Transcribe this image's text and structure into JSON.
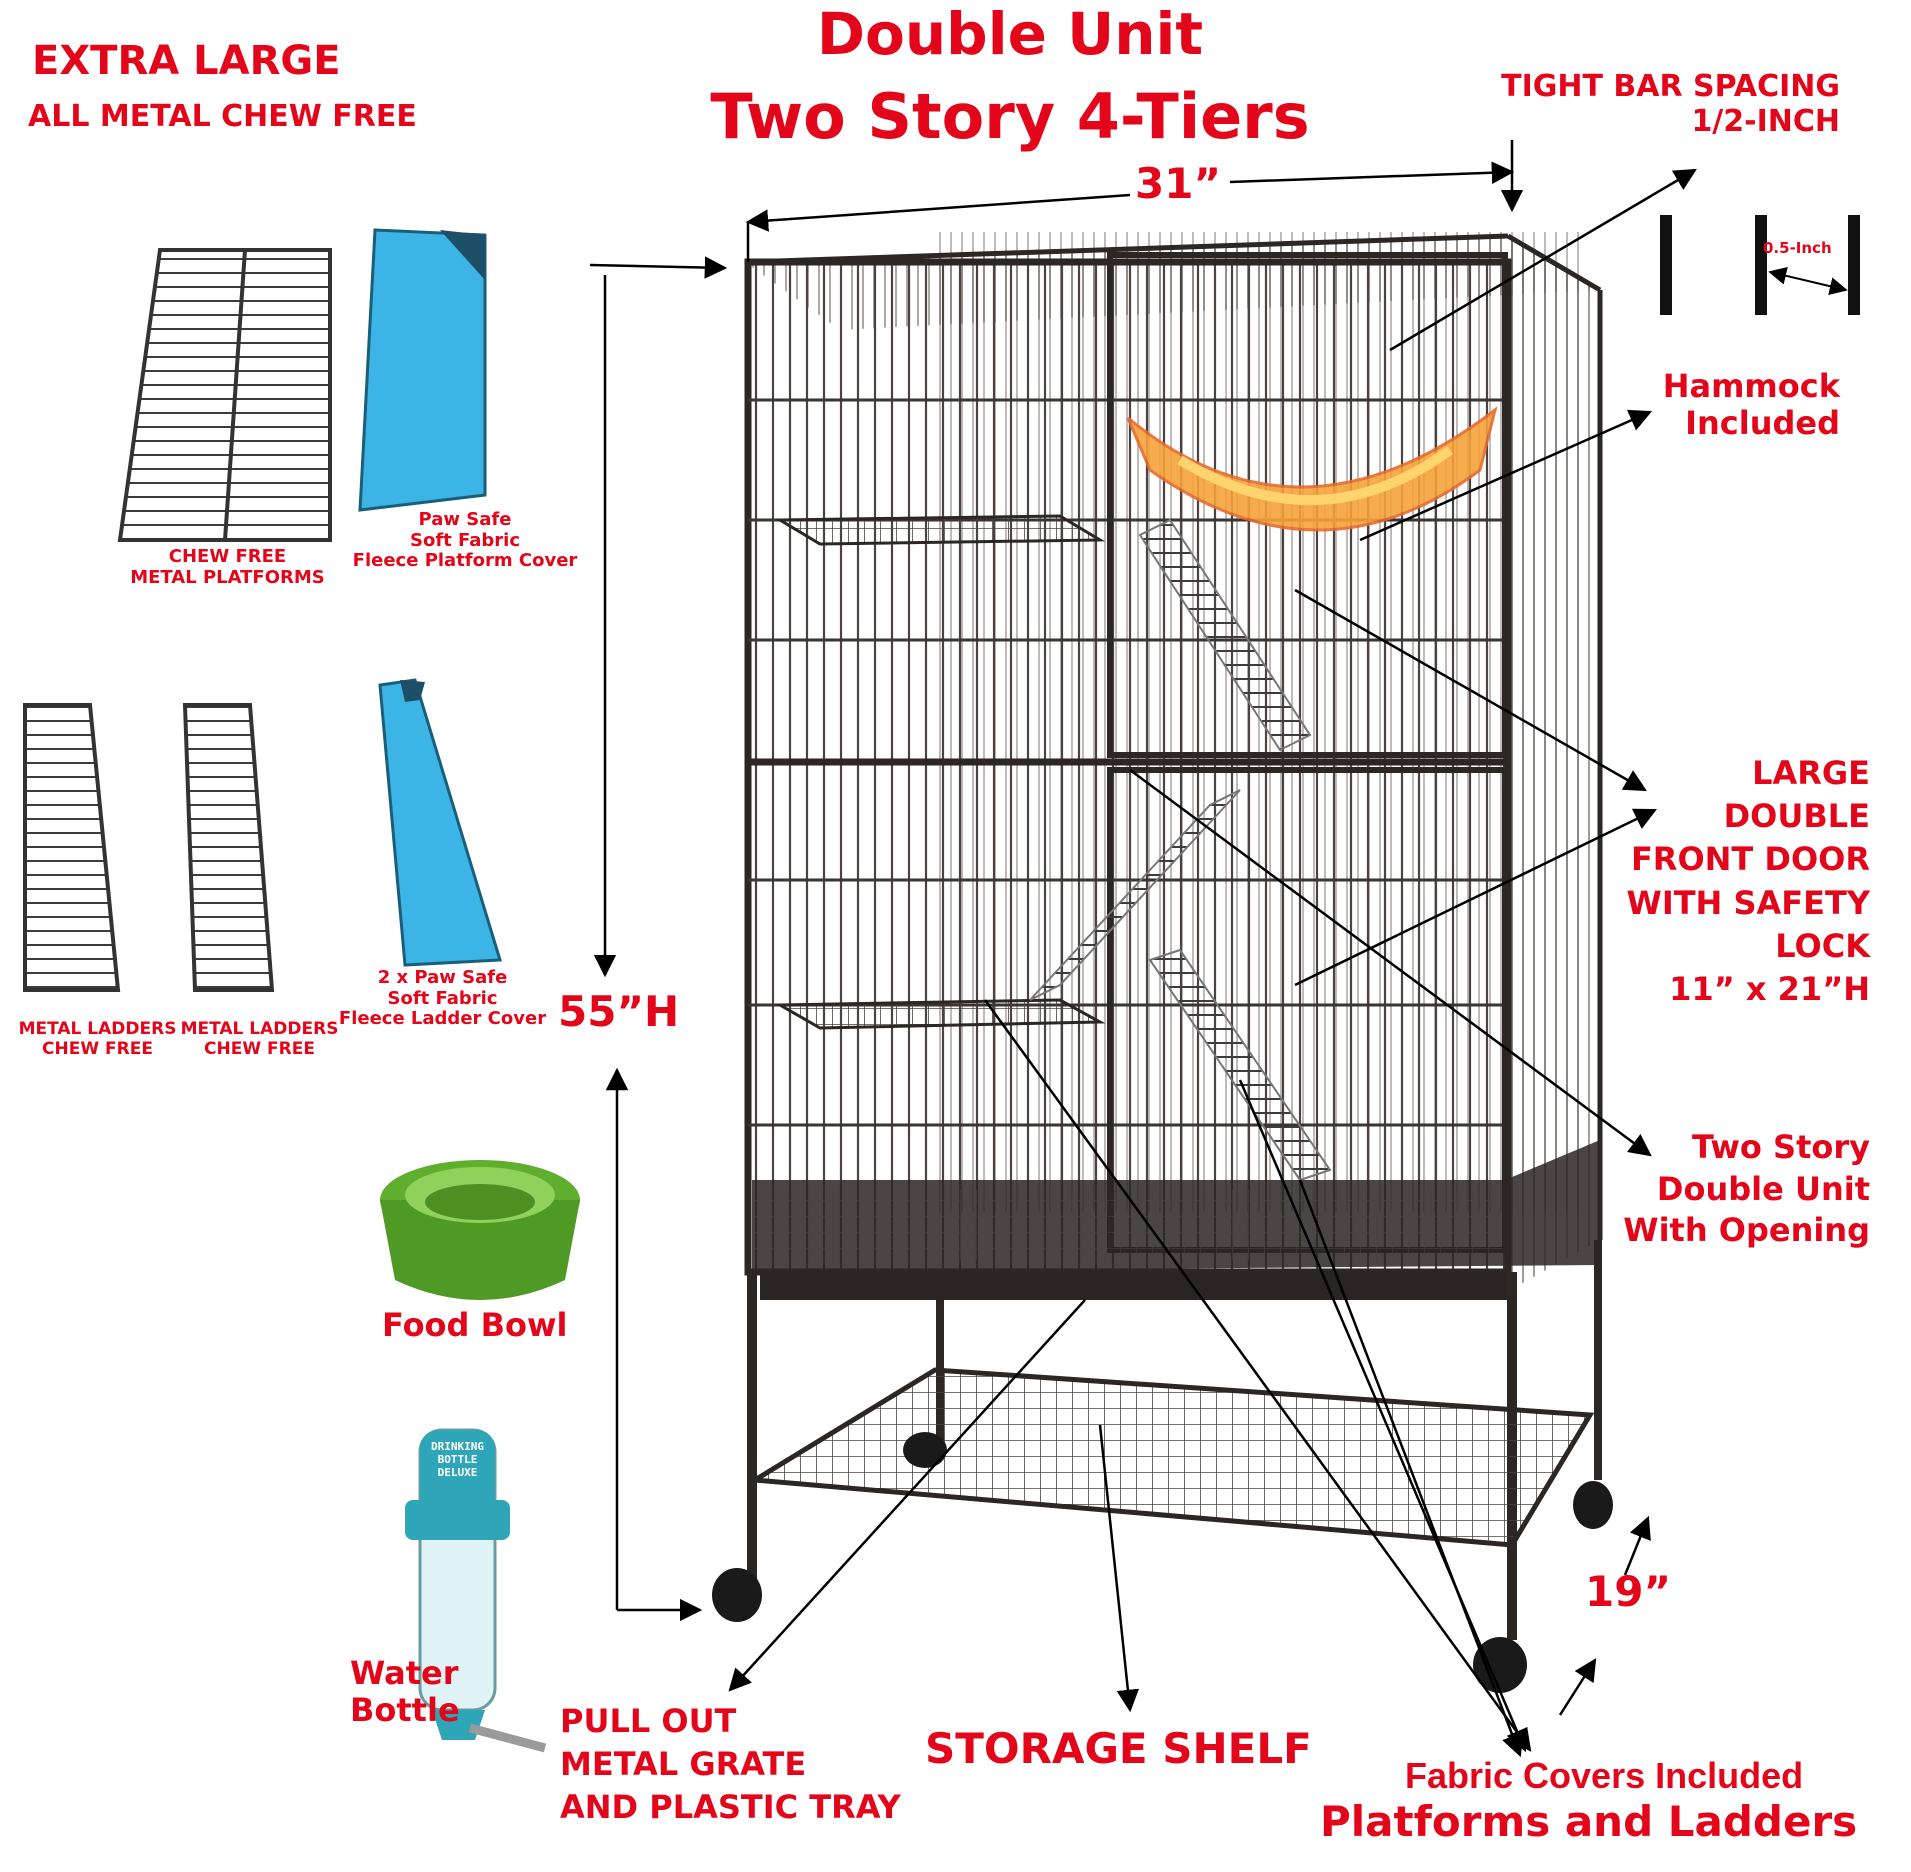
{
  "title": {
    "line1": "Double Unit",
    "line2": "Two Story  4-Tiers"
  },
  "top_left": {
    "line1": "EXTRA LARGE",
    "line2": "ALL METAL CHEW FREE"
  },
  "bar_spacing": {
    "text": "TIGHT  BAR SPACING\n1/2-INCH",
    "inset": "0.5-Inch"
  },
  "dimensions": {
    "width": "31”",
    "height": "55”H",
    "depth": "19”"
  },
  "accessories": {
    "platforms": "CHEW FREE\nMETAL PLATFORMS",
    "platform_cover": "Paw Safe\nSoft Fabric\nFleece Platform Cover",
    "ladder1": "METAL LADDERS\nCHEW FREE",
    "ladder2": "METAL LADDERS\nCHEW FREE",
    "ladder_cover": "2 x  Paw Safe\nSoft Fabric\nFleece Ladder Cover",
    "food_bowl": "Food Bowl",
    "water_bottle": "Water\nBottle",
    "bottle_brand": "DRINKING\nBOTTLE\nDELUXE"
  },
  "features": {
    "hammock": "Hammock\nIncluded",
    "door": "LARGE\nDOUBLE\nFRONT DOOR\nWITH SAFETY\nLOCK\n11”  x  21”H",
    "two_story": "Two Story\nDouble Unit\nWith Opening",
    "grate": "PULL OUT\nMETAL GRATE\nAND PLASTIC TRAY",
    "shelf": "STORAGE SHELF",
    "fabric": "Fabric Covers Included",
    "platforms_ladders": "Platforms and Ladders"
  },
  "colors": {
    "label": "#e3061a",
    "cage": "#3a3432",
    "fleece": "#3cb4e6",
    "bowl": "#5fae2e",
    "bottle": "#2fa6b8"
  }
}
